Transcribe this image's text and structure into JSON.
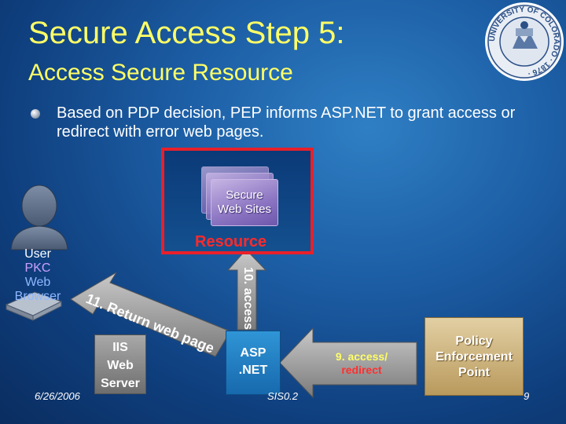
{
  "title": {
    "line1": "Secure Access Step 5:",
    "line2": "Access Secure Resource"
  },
  "bullet": {
    "text": "Based on PDP decision, PEP informs ASP.NET to grant access or redirect with error web pages."
  },
  "seal": {
    "text": "UNIVERSITY OF COLORADO · 1876 ·"
  },
  "resource": {
    "card_label_line1": "Secure",
    "card_label_line2": "Web Sites",
    "label": "Resource"
  },
  "user": {
    "line1": "User",
    "line2": "PKC",
    "line3": "Web",
    "line4": "Browser"
  },
  "iis": {
    "line1": "IIS",
    "line2": "Web",
    "line3": "Server"
  },
  "asp": {
    "line1": "ASP",
    "line2": ".NET"
  },
  "pep": {
    "line1": "Policy",
    "line2": "Enforcement",
    "line3": "Point"
  },
  "arrows": {
    "step9_line1": "9. access/",
    "step9_line2": "redirect",
    "step10": "10. access",
    "step11": "11. Return web page"
  },
  "footer": {
    "date": "6/26/2006",
    "center": "SIS0.2",
    "page": "9"
  },
  "colors": {
    "title": "#ffff66",
    "resource_border": "#e8202a",
    "pkc": "#c9a0ff",
    "step9_top": "#ffff66",
    "step9_bottom": "#ff3030"
  }
}
